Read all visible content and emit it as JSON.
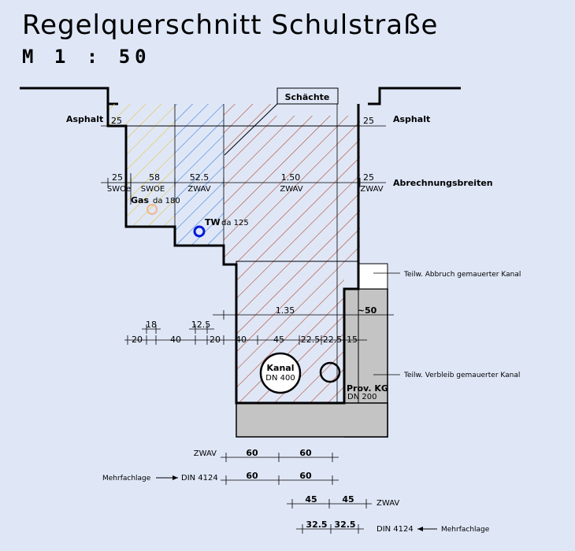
{
  "header": {
    "title": "Regelquerschnitt Schulstraße",
    "scale": "M 1 : 50"
  },
  "labels": {
    "schaechte": "Schächte",
    "asphalt_left": "Asphalt",
    "asphalt_right": "Asphalt",
    "asphalt_dim_left": "25",
    "asphalt_dim_right": "25",
    "abrechnungsbreiten": "Abrechnungsbreiten",
    "gas": "Gas",
    "gas_da": "da 180",
    "tw": "TW",
    "tw_da": "da 125",
    "abbruch": "Teilw. Abbruch gemauerter Kanal",
    "verbleib": "Teilw. Verbleib gemauerter Kanal",
    "kanal": "Kanal",
    "kanal_dn": "DN 400",
    "prov_kg": "Prov. KG",
    "prov_dn": "DN 200",
    "dim_135": "1.35",
    "dim_50": "~50"
  },
  "abrechnung": [
    {
      "value": "25",
      "code": "SWOe"
    },
    {
      "value": "58",
      "code": "SWOE"
    },
    {
      "value": "52.5",
      "code": "ZWAV"
    },
    {
      "value": "1.50",
      "code": "ZWAV"
    },
    {
      "value": "25",
      "code": "ZWAV"
    }
  ],
  "dims_upper": [
    "18",
    "12.5"
  ],
  "dims_lower": [
    "20",
    "40",
    "20",
    "40",
    "45",
    "22.5",
    "22.5",
    "15"
  ],
  "bottom": {
    "zwav1_label": "ZWAV",
    "zwav1_values": [
      "60",
      "60"
    ],
    "mehr1_label": "Mehrfachlage",
    "mehr1_din": "DIN 4124",
    "mehr1_values": [
      "60",
      "60"
    ],
    "zwav2_label": "ZWAV",
    "zwav2_values": [
      "45",
      "45"
    ],
    "mehr2_label": "Mehrfachlage",
    "mehr2_din": "DIN 4124",
    "mehr2_values": [
      "32.5",
      "32.5"
    ]
  },
  "colors": {
    "background": "#dfe7f7",
    "hatch_yellow": "#e0c640",
    "hatch_blue": "#3a7fe0",
    "hatch_red": "#b5482a",
    "canal_gray": "#c4c4c4",
    "tw_pipe": "#0018d8",
    "gas_pipe": "#f0b888"
  }
}
